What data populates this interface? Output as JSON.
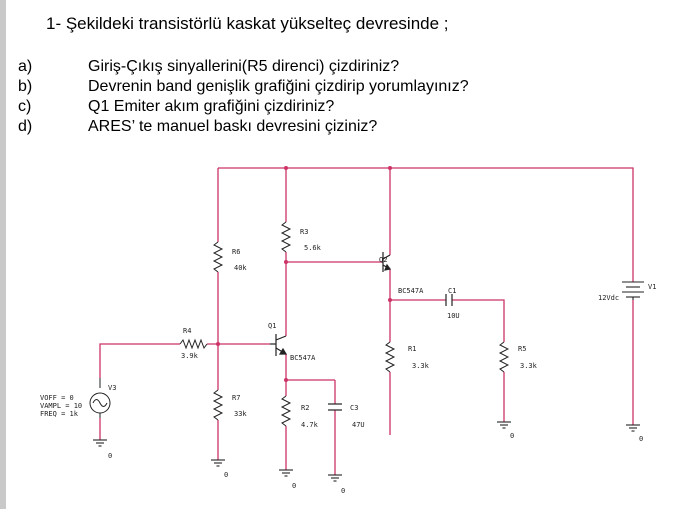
{
  "title": "1- Şekildeki transistörlü kaskat yükselteç devresinde ;",
  "questions": [
    {
      "letter": "a)",
      "text": "Giriş-Çıkış sinyallerini(R5 direnci) çizdiriniz?"
    },
    {
      "letter": "b)",
      "text": "Devrenin band genişlik grafiğini çizdirip yorumlayınız?"
    },
    {
      "letter": "c)",
      "text": "Q1 Emiter akım grafiğini çizdiriniz?"
    },
    {
      "letter": "d)",
      "text": "ARES’ te manuel baskı devresini çiziniz?"
    }
  ],
  "circuit": {
    "wire_color": "#cc3366",
    "component_color": "#222222",
    "source": {
      "name": "V3",
      "voff": "VOFF = 0",
      "vampl": "VAMPL = 10",
      "freq": "FREQ = 1k"
    },
    "supply": {
      "name": "V1",
      "value": "12Vdc"
    },
    "r4": {
      "name": "R4",
      "value": "3.9k"
    },
    "r6": {
      "name": "R6",
      "value": "40k"
    },
    "r7": {
      "name": "R7",
      "value": "33k"
    },
    "r3": {
      "name": "R3",
      "value": "5.6k"
    },
    "r2": {
      "name": "R2",
      "value": "4.7k"
    },
    "r1": {
      "name": "R1",
      "value": "3.3k"
    },
    "r5": {
      "name": "R5",
      "value": "3.3k"
    },
    "c3": {
      "name": "C3",
      "value": "47U"
    },
    "c1": {
      "name": "C1",
      "value": "10U"
    },
    "q1": {
      "name": "Q1",
      "model": "BC547A"
    },
    "q2": {
      "name": "Q2",
      "model": "BC547A"
    },
    "ground_label": "0"
  }
}
